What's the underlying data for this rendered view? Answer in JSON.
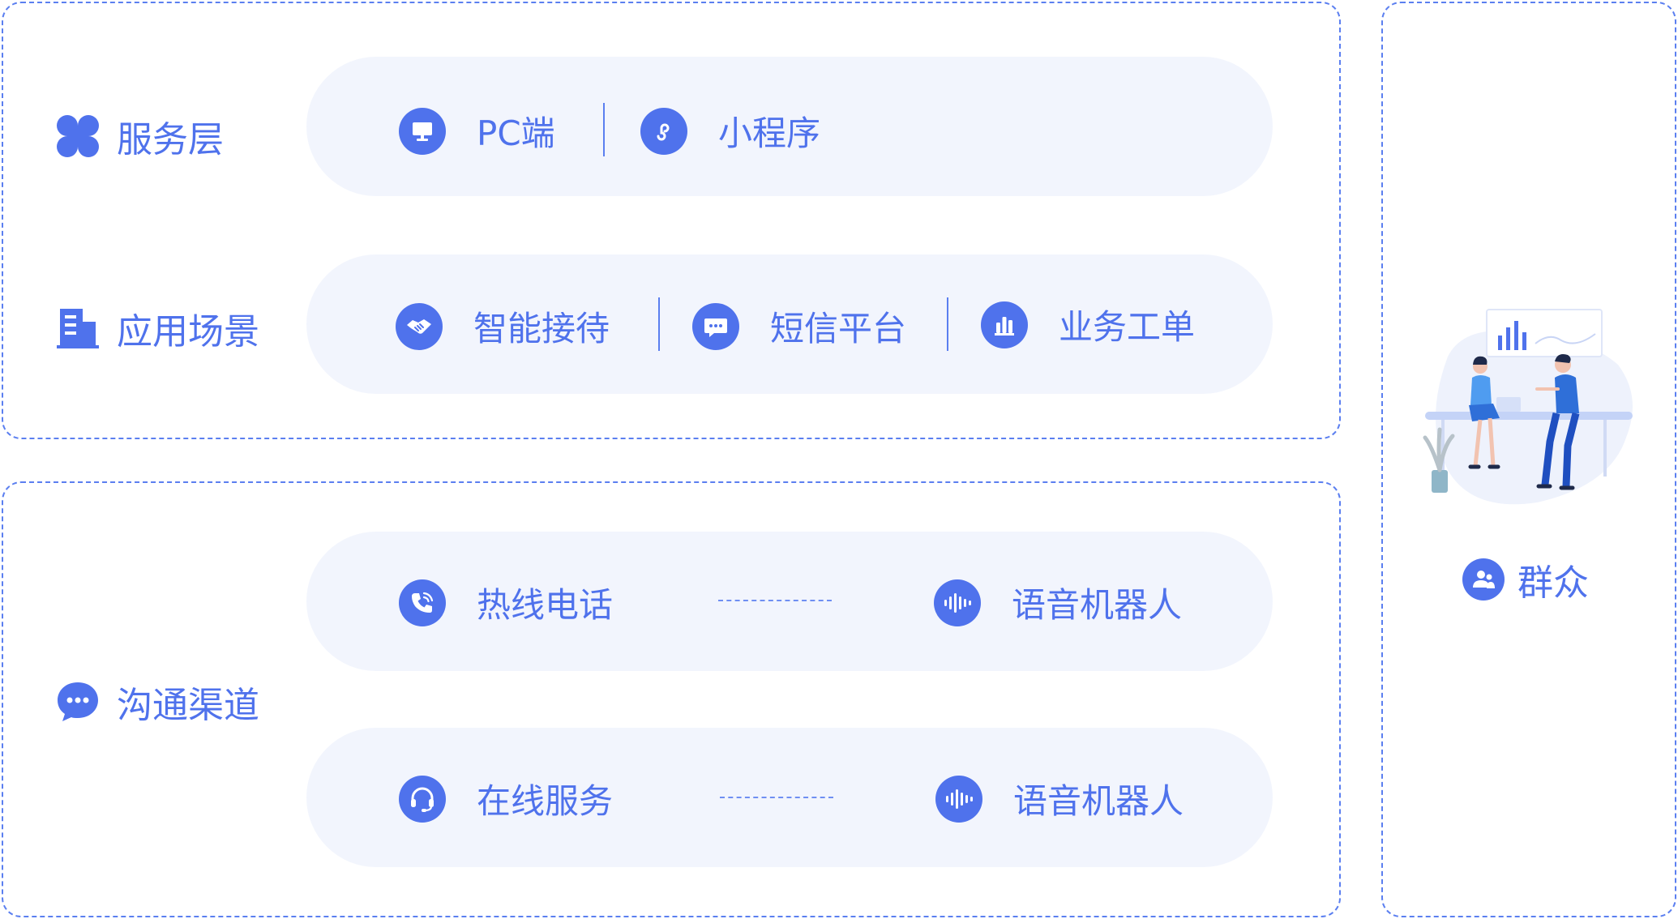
{
  "colors": {
    "accent": "#4f72ec",
    "pill_bg": "#f2f5fd",
    "border": "#5b7ff0"
  },
  "service_layer": {
    "label": "服务层",
    "icon": "clover-icon",
    "items": [
      {
        "label": "PC端",
        "icon": "monitor-icon"
      },
      {
        "label": "小程序",
        "icon": "mini-program-icon"
      }
    ]
  },
  "app_scenarios": {
    "label": "应用场景",
    "icon": "building-icon",
    "items": [
      {
        "label": "智能接待",
        "icon": "handshake-icon"
      },
      {
        "label": "短信平台",
        "icon": "sms-icon"
      },
      {
        "label": "业务工单",
        "icon": "bar-chart-icon"
      }
    ]
  },
  "channels": {
    "label": "沟通渠道",
    "icon": "chat-icon",
    "rows": [
      {
        "left": {
          "label": "热线电话",
          "icon": "phone-icon"
        },
        "right": {
          "label": "语音机器人",
          "icon": "voice-wave-icon"
        }
      },
      {
        "left": {
          "label": "在线服务",
          "icon": "headset-icon"
        },
        "right": {
          "label": "语音机器人",
          "icon": "voice-wave-icon"
        }
      }
    ]
  },
  "public": {
    "label": "群众",
    "icon": "people-icon"
  }
}
